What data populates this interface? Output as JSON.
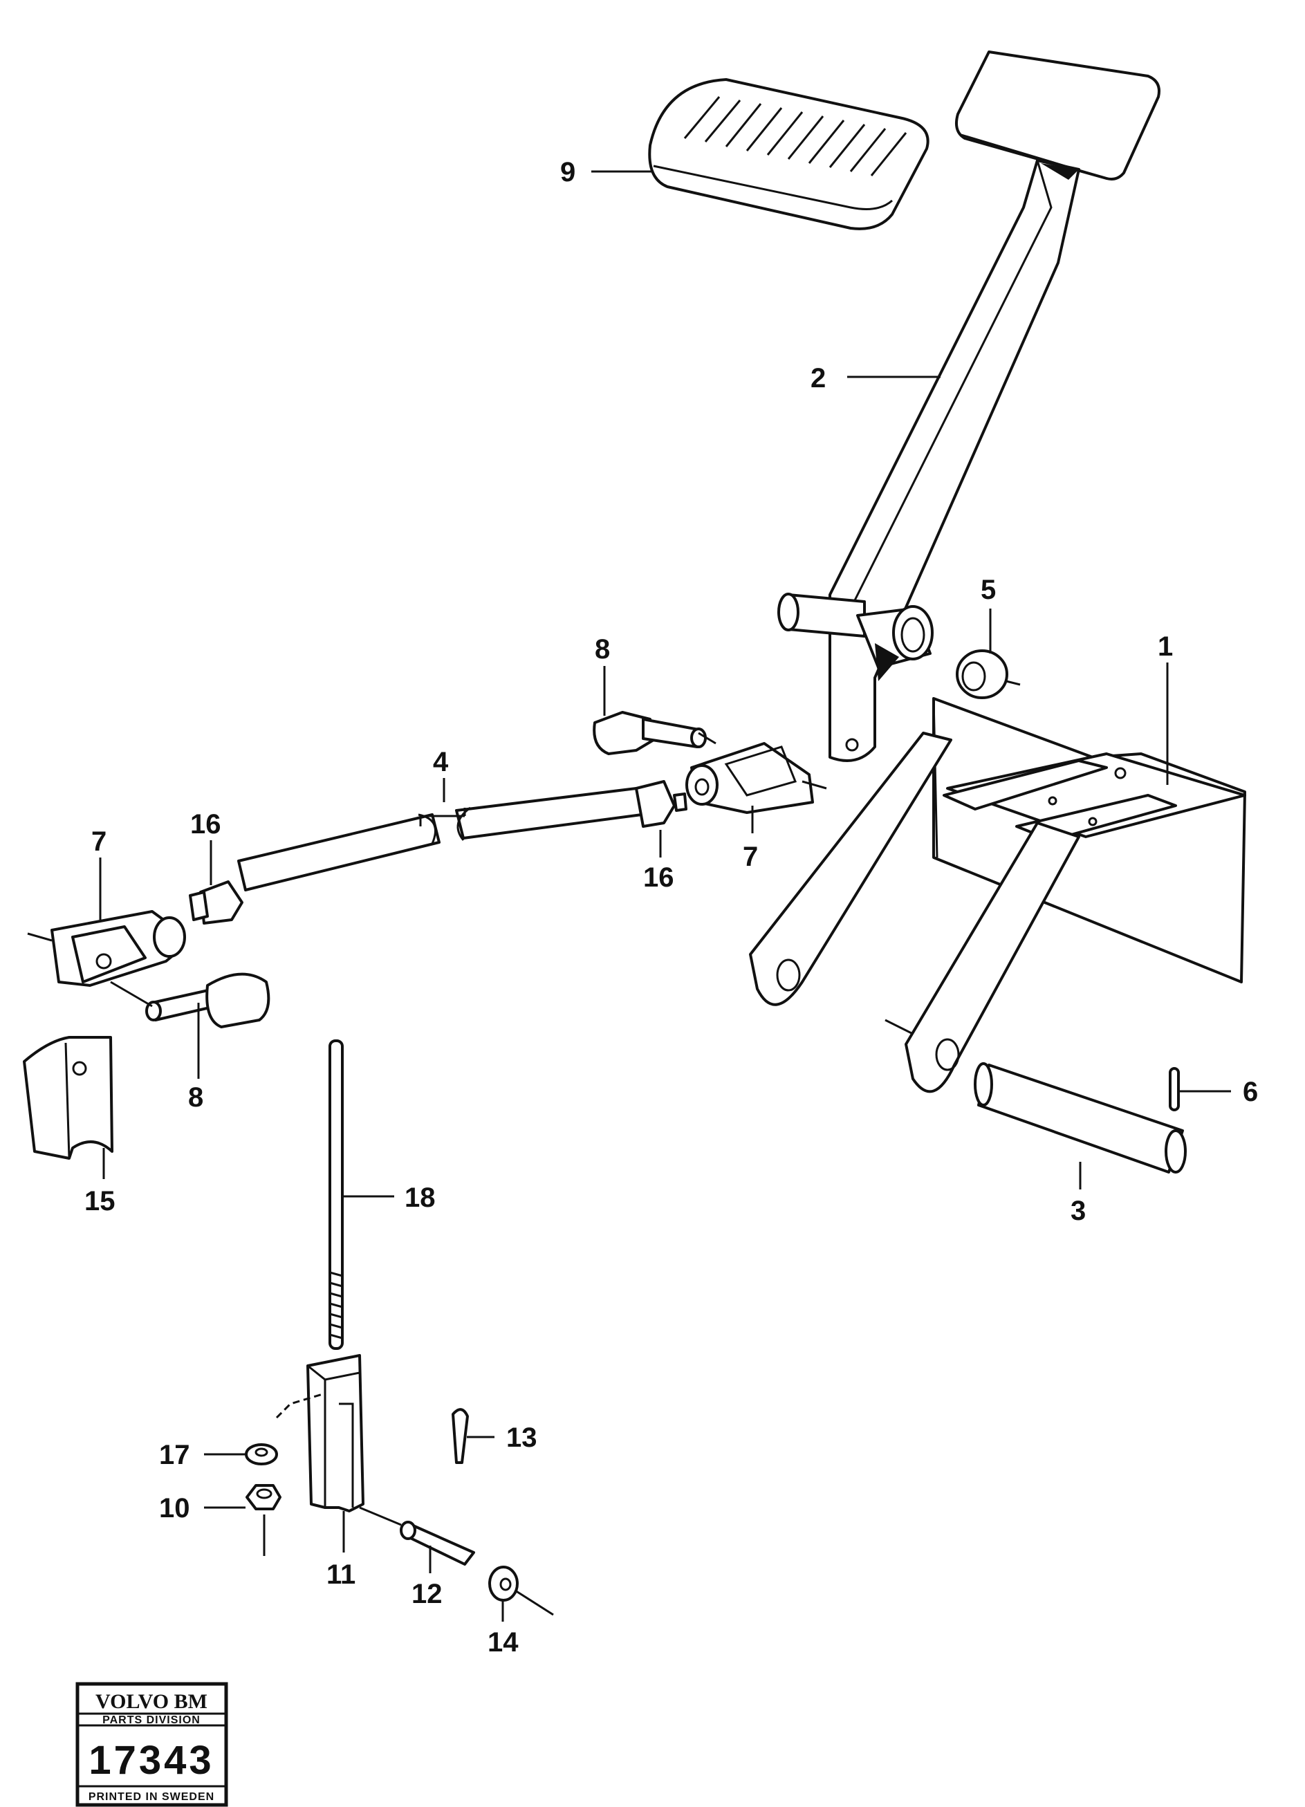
{
  "callouts": [
    {
      "id": "p9",
      "label": "9"
    },
    {
      "id": "p2",
      "label": "2"
    },
    {
      "id": "p5",
      "label": "5"
    },
    {
      "id": "p1",
      "label": "1"
    },
    {
      "id": "p8a",
      "label": "8"
    },
    {
      "id": "p4",
      "label": "4"
    },
    {
      "id": "p7a",
      "label": "7"
    },
    {
      "id": "p16a",
      "label": "16"
    },
    {
      "id": "p7b",
      "label": "7"
    },
    {
      "id": "p16b",
      "label": "16"
    },
    {
      "id": "p8b",
      "label": "8"
    },
    {
      "id": "p6",
      "label": "6"
    },
    {
      "id": "p3",
      "label": "3"
    },
    {
      "id": "p15",
      "label": "15"
    },
    {
      "id": "p18",
      "label": "18"
    },
    {
      "id": "p13",
      "label": "13"
    },
    {
      "id": "p17",
      "label": "17"
    },
    {
      "id": "p10",
      "label": "10"
    },
    {
      "id": "p11",
      "label": "11"
    },
    {
      "id": "p12",
      "label": "12"
    },
    {
      "id": "p14",
      "label": "14"
    }
  ],
  "stamp": {
    "brand": "VOLVO BM",
    "division": "PARTS DIVISION",
    "number": "17343",
    "footer": "PRINTED IN SWEDEN"
  }
}
